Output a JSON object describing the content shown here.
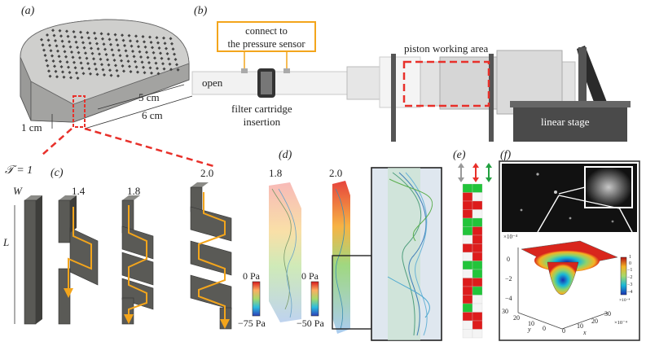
{
  "panels": {
    "a": {
      "label": "(a)",
      "dimensions": [
        "5 cm",
        "6 cm",
        "1 cm"
      ]
    },
    "b": {
      "label": "(b)",
      "pressure_sensor_note": "connect to\nthe pressure sensor",
      "open_label": "open",
      "filter_label": "filter cartridge\ninsertion",
      "piston_label": "piston working area",
      "stage_label": "linear stage"
    },
    "c": {
      "label": "(c)",
      "tortuosity_label": "𝒯 = 1",
      "tortuosity_values": [
        "1.4",
        "1.8",
        "2.0"
      ],
      "width_symbol": "W",
      "length_symbol": "L"
    },
    "d": {
      "label": "(d)",
      "column_values": [
        "1.8",
        "2.0"
      ],
      "scale_18": {
        "top": "0 Pa",
        "bottom": "−75 Pa"
      },
      "scale_20": {
        "top": "0 Pa",
        "bottom": "−50 Pa"
      }
    },
    "e": {
      "label": "(e)"
    },
    "f": {
      "label": "(f)",
      "plot": {
        "z_scale": "×10⁻⁴",
        "z_ticks": [
          "0",
          "−2",
          "−4"
        ],
        "x_scale": "×10⁻⁴",
        "x_ticks": [
          "30",
          "20",
          "10",
          "0"
        ],
        "y_ticks": [
          "0",
          "10",
          "20",
          "30"
        ],
        "xlabel": "x",
        "ylabel": "y",
        "colorbar_ticks": [
          "1",
          "0",
          "−1",
          "−2",
          "−3",
          "−4"
        ],
        "colorbar_scale": "×10⁻⁴"
      }
    }
  },
  "colors": {
    "accent_red": "#e8302a",
    "accent_orange": "#f3a51c",
    "block_gray": "#5a5a56",
    "green": "#22c43a"
  }
}
